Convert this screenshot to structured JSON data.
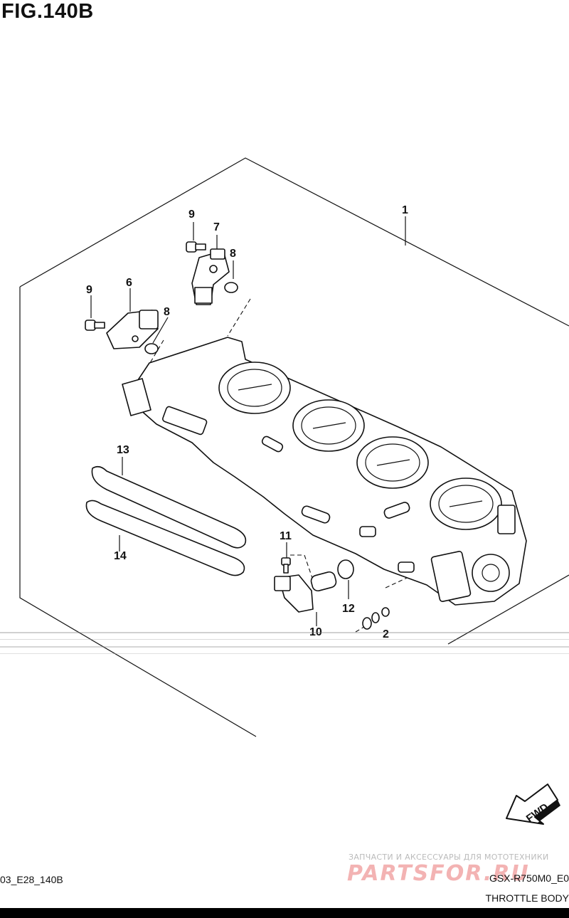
{
  "figure": {
    "title": "FIG.140B"
  },
  "callouts": {
    "c1": "1",
    "c6": "6",
    "c7": "7",
    "c8a": "8",
    "c8b": "8",
    "c9a": "9",
    "c9b": "9",
    "c10": "10",
    "c11": "11",
    "c12": "12",
    "c13": "13",
    "c14": "14",
    "c2": "2"
  },
  "arrow": {
    "label": "FWD"
  },
  "footer": {
    "code": "03_E28_140B",
    "model": "GSX-R750M0_E0",
    "name": "THROTTLE BODY"
  },
  "watermark": {
    "tagline": "ЗАПЧАСТИ И АКСЕССУАРЫ ДЛЯ МОТОТЕХНИКИ",
    "logo": "PARTSFOR.RU"
  }
}
